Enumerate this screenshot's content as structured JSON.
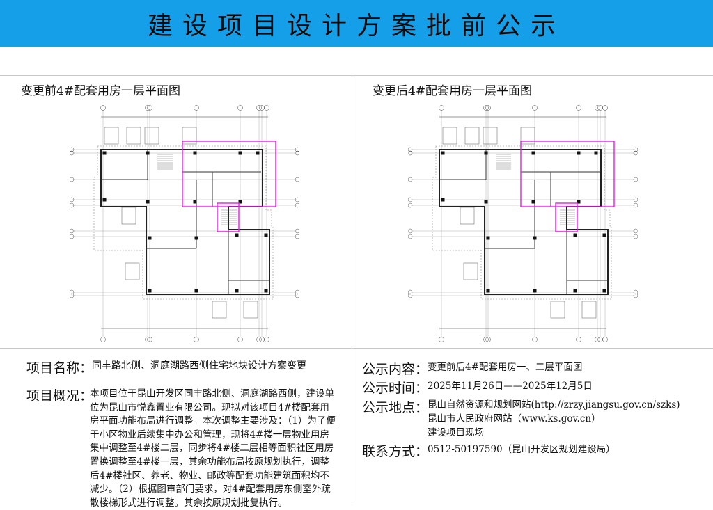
{
  "header": {
    "title": "建设项目设计方案批前公示",
    "background_color": "#149fe8"
  },
  "plans": {
    "before_title": "变更前4#配套用房一层平面图",
    "after_title": "变更后4#配套用房一层平面图",
    "highlight_color": "#e020e0"
  },
  "project": {
    "name_label": "项目名称：",
    "name_value": "同丰路北侧、洞庭湖路西侧住宅地块设计方案变更",
    "overview_label": "项目概况：",
    "overview_value": "本项目位于昆山开发区同丰路北侧、洞庭湖路西侧，建设单位为昆山市悦鑫置业有限公司。现拟对该项目4#楼配套用房平面功能布局进行调整。本次调整主要涉及：（1）为了便于小区物业后续集中办公和管理，现将4#楼一层物业用房集中调整至4#楼二层，同步将4#楼二层相等面积社区用房置换调整至4#楼一层，其余功能布局按原规划执行，调整后4#楼社区、养老、物业、邮政等配套功能建筑面积均不减少。（2）根据图审部门要求，对4#配套用房东侧室外疏散楼梯形式进行调整。其余按原规划批复执行。"
  },
  "notice": {
    "content_label": "公示内容：",
    "content_value": "变更前后4#配套用房一、二层平面图",
    "time_label": "公示时间：",
    "time_value": "2025年11月26日——2025年12月5日",
    "place_label": "公示地点：",
    "places": [
      "昆山自然资源和规划网站(http://zrzy.jiangsu.gov.cn/szks)",
      "昆山市人民政府网站（www.ks.gov.cn）",
      "建设项目现场"
    ],
    "contact_label": "联系方式：",
    "contact_value": "0512-50197590（昆山开发区规划建设局）"
  }
}
